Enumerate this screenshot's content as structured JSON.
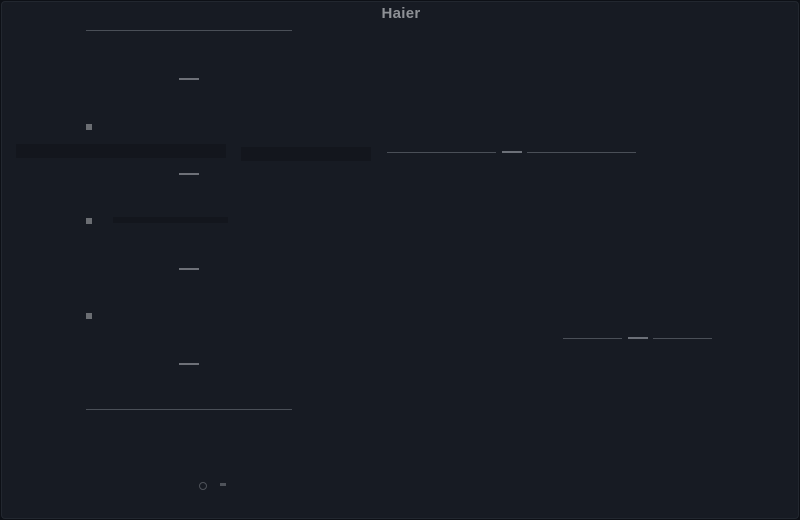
{
  "device": {
    "brand": "Haier",
    "type": "induction-cooktop-panel"
  },
  "colors": {
    "surface": "#171b23",
    "slider_line": "#4a4f57",
    "marker": "#6b6e73",
    "logo": "#8e9196"
  },
  "controls": {
    "zones": [
      {
        "name": "zone-1",
        "indicator_label": ""
      },
      {
        "name": "zone-2",
        "indicator_label": ""
      },
      {
        "name": "zone-3",
        "indicator_label": ""
      },
      {
        "name": "zone-4",
        "indicator_label": ""
      }
    ],
    "bottom_icons": [
      "power-icon",
      "lock-icon"
    ]
  }
}
